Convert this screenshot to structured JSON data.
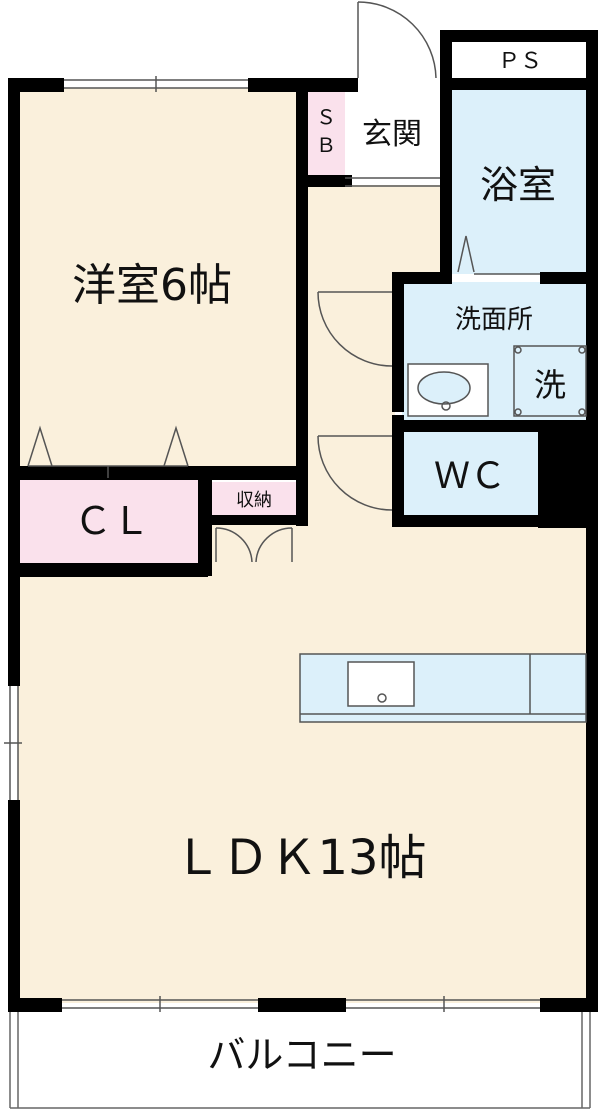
{
  "rooms": {
    "western_room": "洋室6帖",
    "closet": "ＣＬ",
    "storage": "収納",
    "sb_top": "Ｓ",
    "sb_bottom": "Ｂ",
    "entrance": "玄関",
    "bathroom": "浴室",
    "washroom": "洗面所",
    "washer": "洗",
    "toilet": "ＷＣ",
    "ldk": "ＬＤＫ13帖",
    "balcony": "バルコニー",
    "pipe_space": "ＰＳ"
  },
  "colors": {
    "floor": "#faf0dc",
    "wet_area": "#dcf0fa",
    "storage": "#fae1ec",
    "wall": "#000000"
  }
}
